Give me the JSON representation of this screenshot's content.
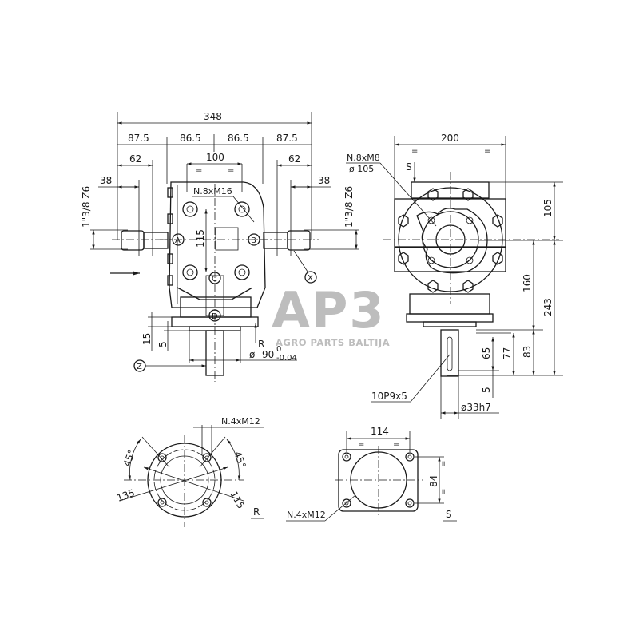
{
  "watermark": {
    "logo": "AP3",
    "tagline": "AGRO PARTS BALTIJA",
    "color": "#bdbdbd"
  },
  "front_view": {
    "overall_width": "348",
    "segments": [
      "87.5",
      "86.5",
      "86.5",
      "87.5"
    ],
    "shaft_length_left": "62",
    "shaft_length_right": "62",
    "spline_length_left": "38",
    "spline_length_right": "38",
    "flange_width": "100",
    "equal_mark": "=",
    "shaft_spec_left": "1\"3/8 Z6",
    "shaft_spec_right": "1\"3/8 Z6",
    "bolt_pattern": "N.8xM16",
    "vertical_spacing": "115",
    "points": {
      "a": "A",
      "b": "B",
      "c": "C",
      "d": "D",
      "x": "X",
      "z": "Z"
    },
    "dim_15": "15",
    "dim_5": "5",
    "view_ref": "R",
    "pilot_diameter_prefix": "ø",
    "pilot_diameter": "90",
    "pilot_tol_upper": "0",
    "pilot_tol_lower": "-0.04"
  },
  "side_view": {
    "width": "200",
    "equal_mark": "=",
    "bolt_pattern": "N.8xM8",
    "bolt_circle": "ø 105",
    "view_ref": "S",
    "dim_105": "105",
    "dim_160": "160",
    "dim_243": "243",
    "dim_83": "83",
    "dim_77": "77",
    "dim_65": "65",
    "dim_5": "5",
    "key_spec": "10P9x5",
    "shaft_diameter": "ø33h7"
  },
  "view_r": {
    "bolt_pattern": "N.4xM12",
    "angle_left": "45°",
    "angle_right": "45°",
    "dia_outer": "135",
    "dia_inner": "115",
    "label": "R"
  },
  "view_s": {
    "width": "114",
    "height": "84",
    "equal_mark": "=",
    "bolt_pattern": "N.4xM12",
    "label": "S"
  }
}
